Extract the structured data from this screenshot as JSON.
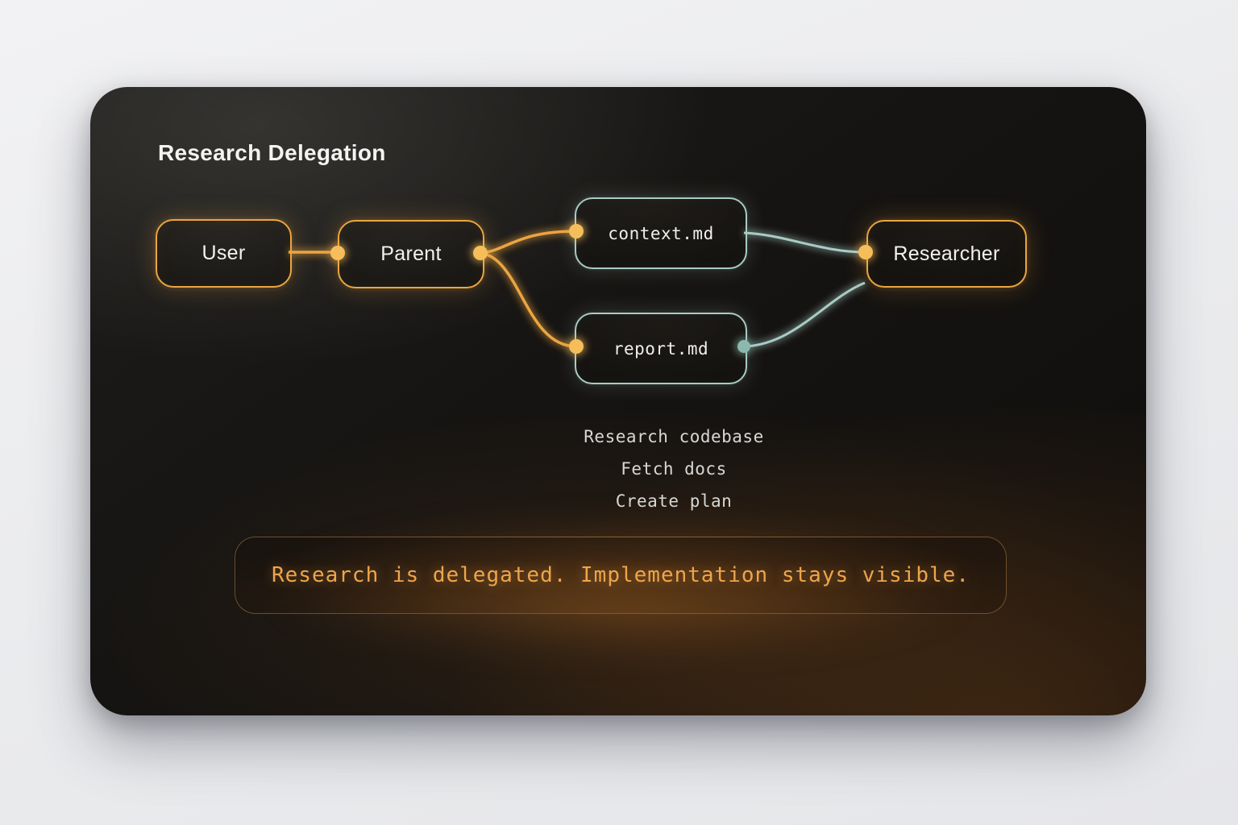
{
  "title": "Research Delegation",
  "diagram": {
    "nodes": [
      {
        "id": "user",
        "label": "User",
        "kind": "agent",
        "accent": "#eba541"
      },
      {
        "id": "parent",
        "label": "Parent",
        "kind": "agent",
        "accent": "#eba541"
      },
      {
        "id": "context-md",
        "label": "context.md",
        "kind": "file",
        "accent": "#a8ccc4"
      },
      {
        "id": "report-md",
        "label": "report.md",
        "kind": "file",
        "accent": "#a8ccc4"
      },
      {
        "id": "researcher",
        "label": "Researcher",
        "kind": "agent",
        "accent": "#eba541"
      }
    ],
    "edges": [
      {
        "from": "user",
        "to": "parent",
        "color": "#eba541"
      },
      {
        "from": "parent",
        "to": "context-md",
        "color": "#eba541"
      },
      {
        "from": "parent",
        "to": "report-md",
        "color": "#eba541"
      },
      {
        "from": "context-md",
        "to": "researcher",
        "color": "#a8ccc4"
      },
      {
        "from": "report-md",
        "to": "researcher",
        "color": "#a8ccc4"
      }
    ]
  },
  "tasks": {
    "items": [
      "Research codebase",
      "Fetch docs",
      "Create plan"
    ]
  },
  "banner": {
    "text": "Research is delegated. Implementation stays visible."
  },
  "colors": {
    "edge_orange": "#eba541",
    "dot_orange": "#f6be5a",
    "edge_teal": "#a8ccc4",
    "dot_teal": "#8cb9af",
    "banner_text": "#eea54b",
    "card_background": "#161412",
    "page_background": "#ebecee"
  }
}
